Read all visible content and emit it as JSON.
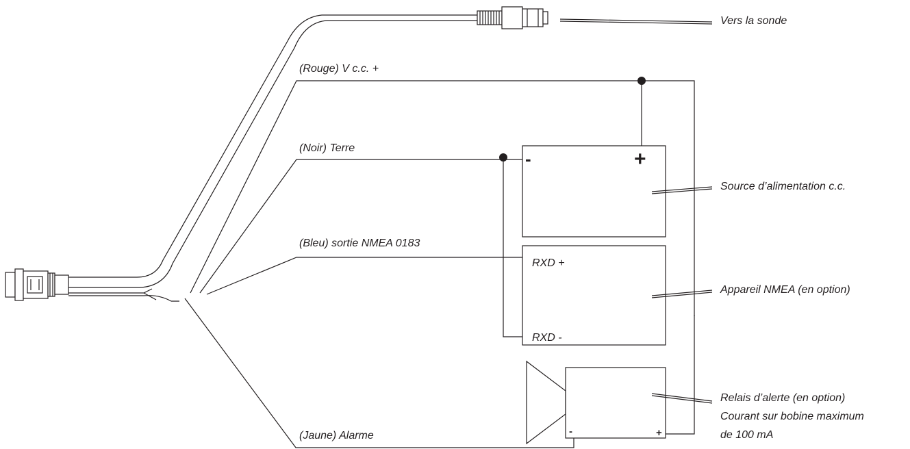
{
  "labels": {
    "sonde": "Vers la sonde",
    "power_wire": "(Rouge) V c.c. +",
    "ground_wire": "(Noir) Terre",
    "nmea_wire": "(Bleu) sortie NMEA 0183",
    "alarm_wire": "(Jaune) Alarme"
  },
  "devices": {
    "power_source": {
      "label": "Source d’alimentation c.c.",
      "minus": "-",
      "plus": "+"
    },
    "nmea_device": {
      "label": "Appareil NMEA (en option)",
      "rxd_plus": "RXD +",
      "rxd_minus": "RXD -"
    },
    "alarm_relay": {
      "label_lines": [
        "Relais d’alerte (en option)",
        "Courant sur bobine maximum",
        "de 100 mA"
      ],
      "minus": "-",
      "plus": "+"
    }
  },
  "colors": {
    "line": "#231f20",
    "background": "#ffffff"
  }
}
